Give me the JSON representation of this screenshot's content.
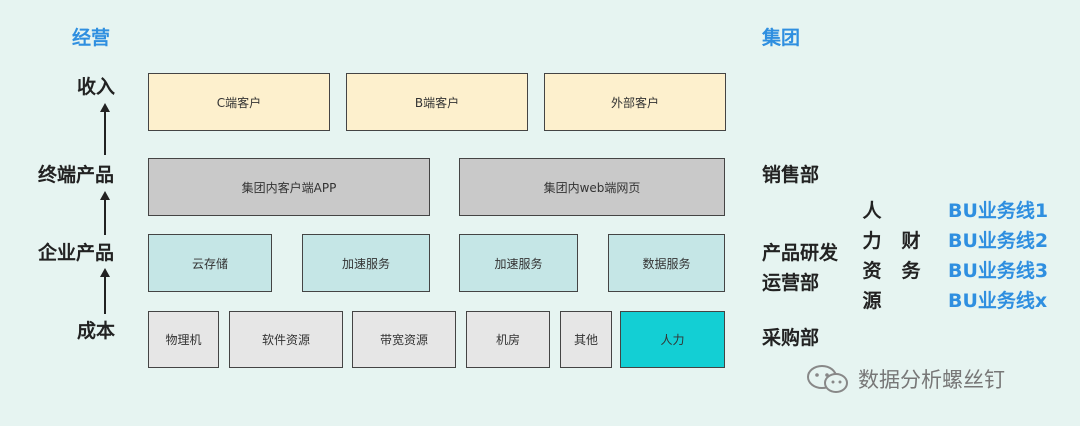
{
  "headers": {
    "left": "经营",
    "right": "集团"
  },
  "levels": {
    "revenue": "收入",
    "terminal_product": "终端产品",
    "enterprise_product": "企业产品",
    "cost": "成本"
  },
  "customers": [
    "C端客户",
    "B端客户",
    "外部客户"
  ],
  "terminal_products": [
    "集团内客户端APP",
    "集团内web端网页"
  ],
  "enterprise_products": [
    "云存储",
    "加速服务",
    "加速服务",
    "数据服务"
  ],
  "costs": [
    "物理机",
    "软件资源",
    "带宽资源",
    "机房",
    "其他",
    "人力"
  ],
  "departments": {
    "sales": "销售部",
    "rnd": "产品研发",
    "ops": "运营部",
    "purchasing": "采购部"
  },
  "hr_chars": [
    "人",
    "力",
    "资",
    "源"
  ],
  "finance_chars": [
    "财",
    "务"
  ],
  "business_lines": [
    "BU业务线1",
    "BU业务线2",
    "BU业务线3",
    "BU业务线x"
  ],
  "watermark": "数据分析螺丝钉",
  "colors": {
    "accent": "#2f8fe0",
    "customer_fill": "#fdf0cd",
    "product_fill": "#c9c9c9",
    "enterprise_fill": "#c5e6e6",
    "cost_fill": "#e6e6e6",
    "hr_fill": "#13cfd4",
    "background": "#e6f4f1"
  }
}
